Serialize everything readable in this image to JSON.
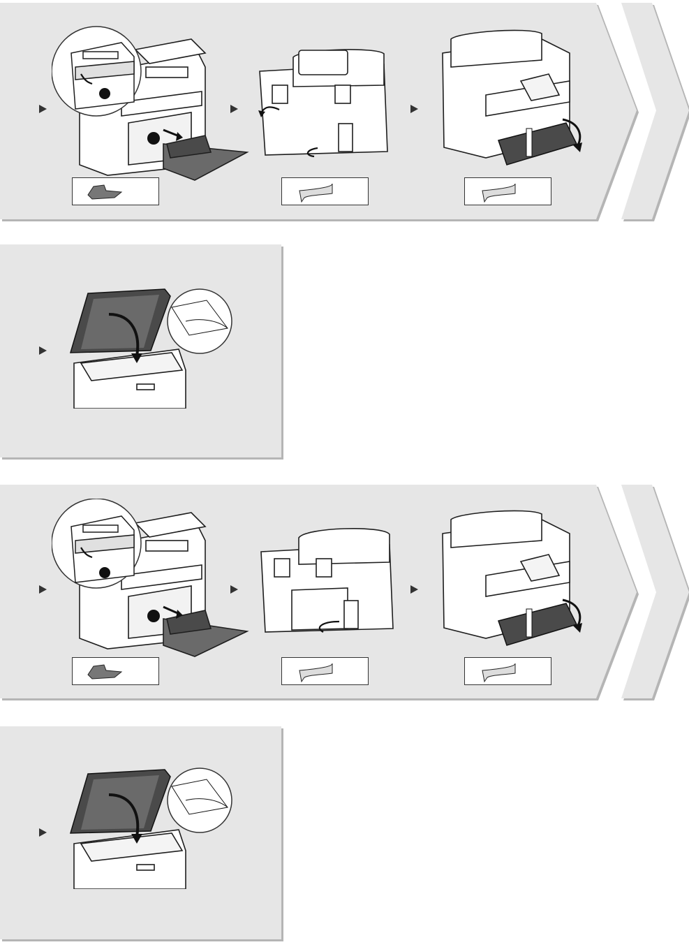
{
  "colors": {
    "band_fill": "#e6e6e6",
    "band_shadow": "#b5b5b5",
    "line": "#1e1e1e",
    "accent_dark": "#3a3a3a"
  },
  "icons": {
    "step_marker": "triangle-right-icon",
    "next_chevron": "double-chevron-right-icon",
    "remove_arrow": "curved-arrow-icon",
    "close_arrow": "curved-down-arrow-icon"
  },
  "sections": [
    {
      "id": "row1",
      "steps": [
        "remove-cardboard",
        "remove-rear-tape",
        "remove-front-tape"
      ],
      "parts": [
        "cardboard-part",
        "tape-part",
        "tape-part"
      ]
    },
    {
      "id": "row2",
      "steps": [
        "close-feeder-cover"
      ]
    },
    {
      "id": "row3",
      "steps": [
        "remove-cardboard",
        "remove-rear-tape",
        "remove-front-tape"
      ],
      "parts": [
        "cardboard-part",
        "tape-part",
        "tape-part"
      ]
    },
    {
      "id": "row4",
      "steps": [
        "close-feeder-cover"
      ]
    }
  ]
}
